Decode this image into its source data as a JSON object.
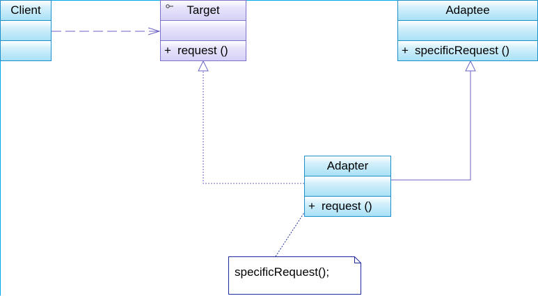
{
  "classes": {
    "client": {
      "name": "Client"
    },
    "target": {
      "name": "Target",
      "icon": "interface-icon",
      "op_visibility": "+",
      "op_name": "request ()"
    },
    "adaptee": {
      "name": "Adaptee",
      "op_visibility": "+",
      "op_name": "specificRequest ()"
    },
    "adapter": {
      "name": "Adapter",
      "op_visibility": "+",
      "op_name": "request ()"
    }
  },
  "note": {
    "text": "specificRequest();"
  },
  "relations": [
    {
      "from": "Client",
      "to": "Target",
      "kind": "dependency"
    },
    {
      "from": "Adapter",
      "to": "Target",
      "kind": "realization"
    },
    {
      "from": "Adapter",
      "to": "Adaptee",
      "kind": "generalization"
    },
    {
      "from": "note",
      "to": "Adapter",
      "kind": "note-anchor"
    }
  ],
  "colors": {
    "class_border": "#1a8fc9",
    "interface_border": "#7a72c8",
    "connector": "#6a63c4",
    "frame": "#00a8e8"
  }
}
